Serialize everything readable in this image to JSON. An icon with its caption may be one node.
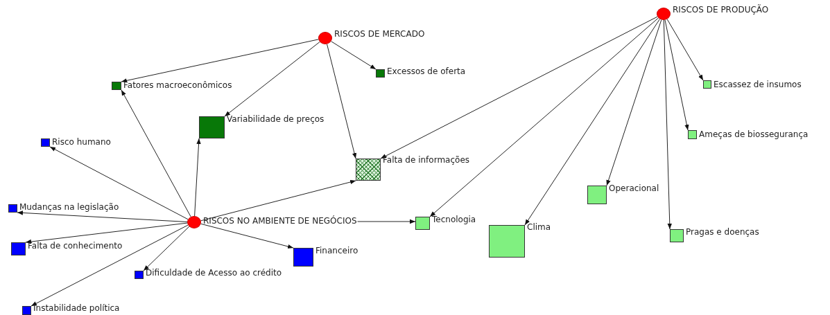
{
  "diagram": {
    "nodes": [
      {
        "text": [
          "RISCOS DE MERCADO"
        ]
      },
      {
        "text": [
          "RISCOS DE PRODUÇÃO"
        ]
      },
      {
        "text": [
          "Fatores macroeconômicos"
        ]
      },
      {
        "text": [
          "Excessos de oferta"
        ]
      },
      {
        "text": [
          "Escassez de insumos"
        ]
      },
      {
        "text": [
          "Variabilidade de preços"
        ]
      },
      {
        "text": [
          "Ameças de biossegurança"
        ]
      },
      {
        "text": [
          "Risco humano"
        ]
      },
      {
        "text": [
          "Falta de informações"
        ]
      },
      {
        "text": [
          "Operacional"
        ]
      },
      {
        "text": [
          "Mudanças na legislação"
        ]
      },
      {
        "text": [
          "RISCOS NO AMBIENTE DE NEGÓCIOS"
        ]
      },
      {
        "text": [
          "Tecnologia"
        ]
      },
      {
        "text": [
          "Clima"
        ]
      },
      {
        "text": [
          "Pragas e doenças"
        ]
      },
      {
        "text": [
          "Falta de conhecimento"
        ]
      },
      {
        "text": [
          "Financeiro"
        ]
      },
      {
        "text": [
          "Dificuldade de Acesso ao crédito"
        ]
      },
      {
        "text": [
          "Instabilidade política"
        ]
      }
    ],
    "edges": [
      {
        "from": 0,
        "to": 2,
        "arrow": "to"
      },
      {
        "from": 0,
        "to": 5,
        "arrow": "to"
      },
      {
        "from": 0,
        "to": 3,
        "arrow": "to"
      },
      {
        "from": 0,
        "to": 8,
        "arrow": "to"
      },
      {
        "from": 1,
        "to": 8,
        "arrow": "to"
      },
      {
        "from": 1,
        "to": 12,
        "arrow": "to"
      },
      {
        "from": 1,
        "to": 13,
        "arrow": "to"
      },
      {
        "from": 1,
        "to": 9,
        "arrow": "to"
      },
      {
        "from": 1,
        "to": 14,
        "arrow": "to"
      },
      {
        "from": 1,
        "to": 6,
        "arrow": "to"
      },
      {
        "from": 1,
        "to": 4,
        "arrow": "to"
      },
      {
        "from": 11,
        "to": 2,
        "arrow": "to"
      },
      {
        "from": 11,
        "to": 5,
        "arrow": "to"
      },
      {
        "from": 11,
        "to": 7,
        "arrow": "to"
      },
      {
        "from": 11,
        "to": 8,
        "arrow": "to"
      },
      {
        "from": 11,
        "to": 10,
        "arrow": "to"
      },
      {
        "from": 11,
        "to": 15,
        "arrow": "to"
      },
      {
        "from": 11,
        "to": 17,
        "arrow": "to"
      },
      {
        "from": 11,
        "to": 18,
        "arrow": "to"
      },
      {
        "from": 11,
        "to": 16,
        "arrow": "to"
      },
      {
        "from": 11,
        "to": 12,
        "arrow": "to"
      }
    ]
  }
}
